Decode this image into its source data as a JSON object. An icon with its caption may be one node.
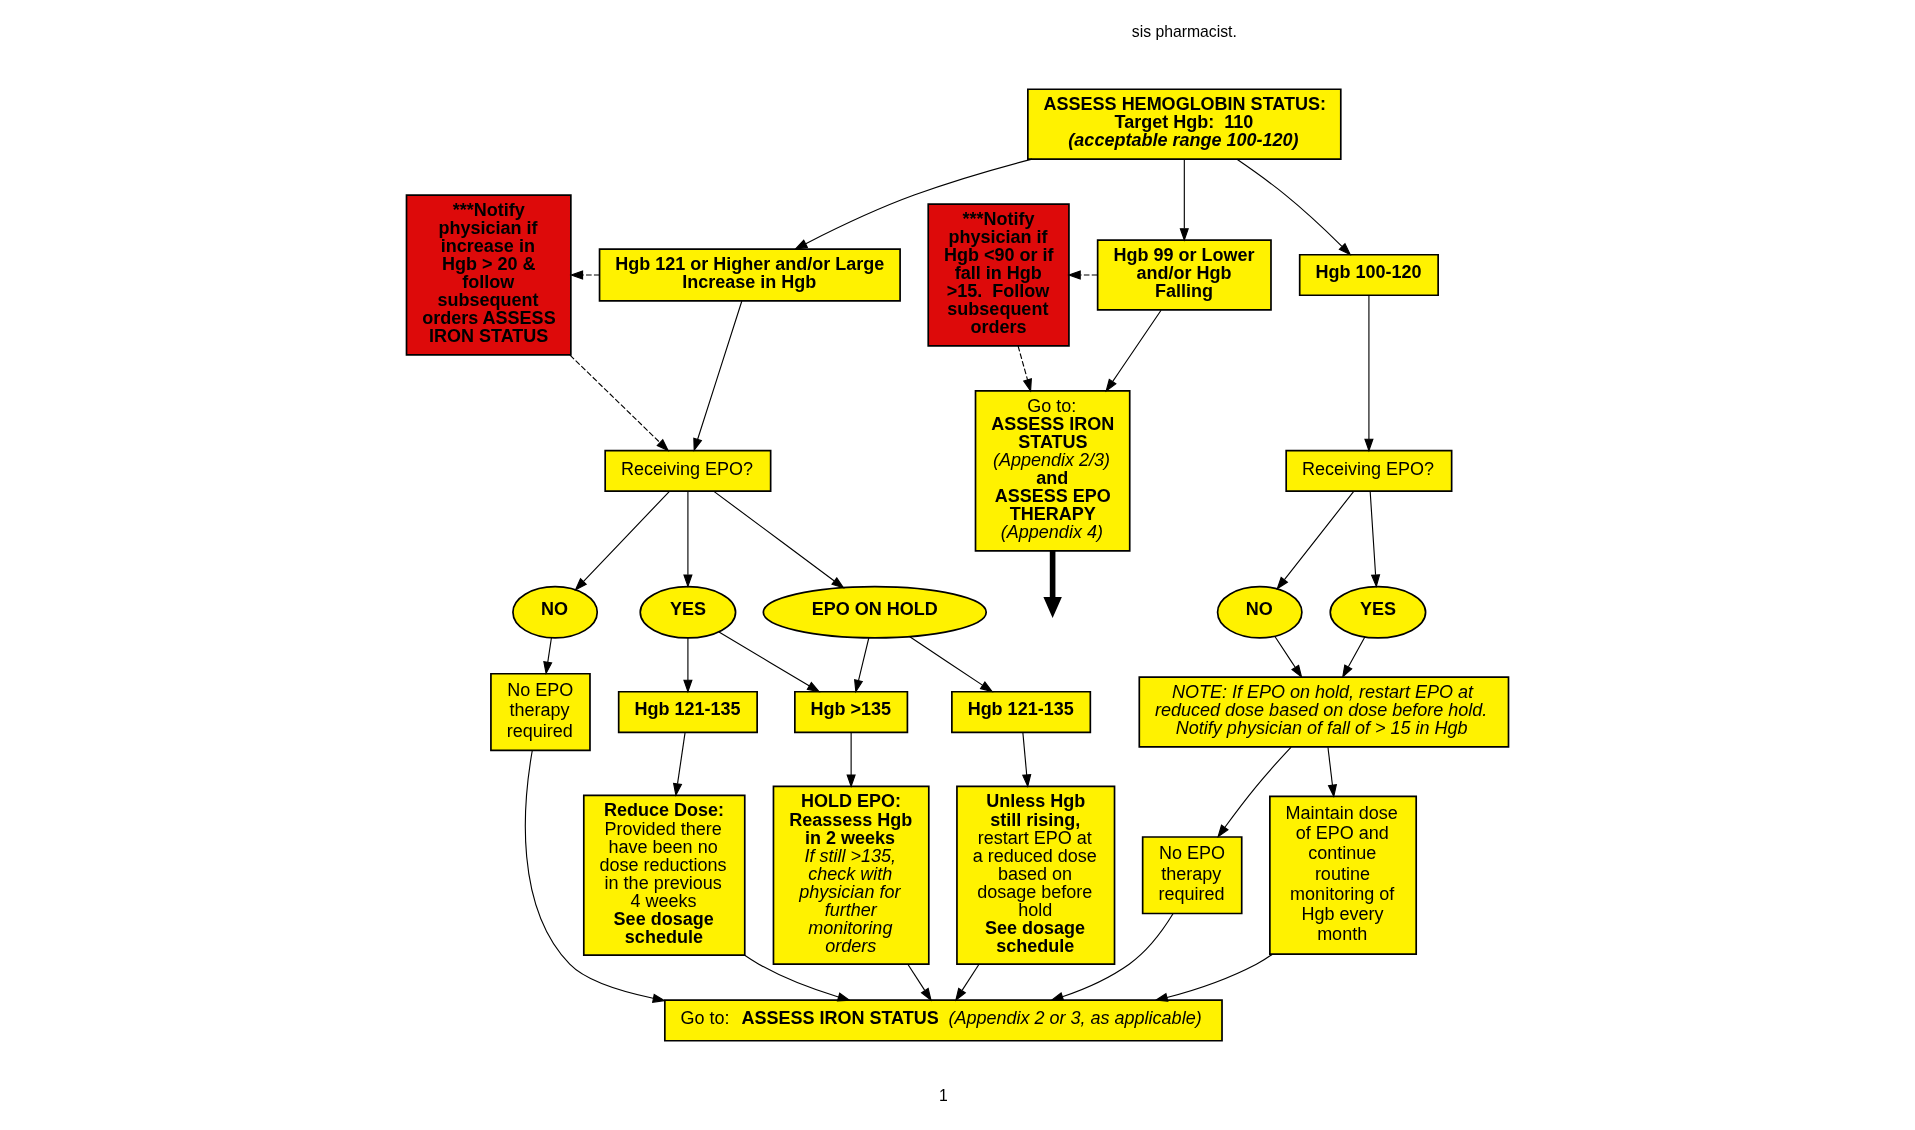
{
  "diagram": {
    "nodes": [
      {
        "text": [
          "ASSESS HEMOGLOBIN STATUS:",
          "Target Hgb:  110",
          "(acceptable range 100-120)"
        ]
      },
      {
        "text": [
          "***Notify physician if increase in Hgb > 20 & follow subsequent orders ASSESS IRON STATUS"
        ]
      },
      {
        "text": [
          "Hgb 121 or Higher and/or Large Increase in Hgb"
        ]
      },
      {
        "text": [
          "Hgb 100-120"
        ]
      },
      {
        "text": [
          "Hgb 99 or Lower and/or Hgb Falling"
        ]
      },
      {
        "text": [
          "***Notify physician if Hgb <90 or if fall in Hgb >15.  Follow subsequent orders"
        ]
      },
      {
        "text": [
          "Receiving EPO?"
        ]
      },
      {
        "text": [
          "Receiving EPO?"
        ]
      },
      {
        "text": [
          "Go to:",
          "ASSESS IRON STATUS",
          "(Appendix 2/3)",
          "and",
          "ASSESS EPO THERAPY",
          "(Appendix 4)"
        ]
      },
      {
        "text": [
          "NO"
        ]
      },
      {
        "text": [
          "YES"
        ]
      },
      {
        "text": [
          "EPO ON HOLD"
        ]
      },
      {
        "text": [
          "NO"
        ]
      },
      {
        "text": [
          "YES"
        ]
      },
      {
        "text": [
          "No EPO therapy required"
        ]
      },
      {
        "text": [
          "Hgb 121-135"
        ]
      },
      {
        "text": [
          "Hgb >135"
        ]
      },
      {
        "text": [
          "Hgb 121-135"
        ]
      },
      {
        "text": [
          "NOTE: If EPO on hold, restart EPO at reduced dose based on dose before hold. Notify physician of fall of > 15 in Hgb"
        ]
      },
      {
        "text": [
          "Reduce Dose:",
          "Provided there have been no dose reductions in the previous 4 weeks",
          "See dosage schedule"
        ]
      },
      {
        "text": [
          "HOLD EPO: Reassess Hgb in 2 weeks",
          "If still >135, check with physician for further monitoring orders"
        ]
      },
      {
        "text": [
          "Unless Hgb still rising,",
          "restart EPO at a reduced dose based on dosage before hold",
          "See dosage schedule"
        ]
      },
      {
        "text": [
          "No EPO therapy required"
        ]
      },
      {
        "text": [
          "Maintain dose of EPO and continue routine monitoring of Hgb every month"
        ]
      },
      {
        "text": [
          "Go to:",
          "ASSESS IRON STATUS",
          "(Appendix 2 or 3, as applicable)"
        ]
      }
    ],
    "edges": [
      {
        "from": 0,
        "to": 2,
        "arrow": "to"
      },
      {
        "from": 0,
        "to": 3,
        "arrow": "to"
      },
      {
        "from": 0,
        "to": 4,
        "arrow": "to"
      },
      {
        "from": 2,
        "to": 1,
        "arrow": "to",
        "style": "dashed"
      },
      {
        "from": 1,
        "to": 6,
        "arrow": "to",
        "style": "dashed"
      },
      {
        "from": 2,
        "to": 6,
        "arrow": "to"
      },
      {
        "from": 3,
        "to": 7,
        "arrow": "to"
      },
      {
        "from": 4,
        "to": 8,
        "arrow": "to"
      },
      {
        "from": 4,
        "to": 5,
        "arrow": "to",
        "style": "dashed"
      },
      {
        "from": 5,
        "to": 8,
        "arrow": "to",
        "style": "dashed"
      },
      {
        "from": 6,
        "to": 9,
        "arrow": "to"
      },
      {
        "from": 6,
        "to": 10,
        "arrow": "to"
      },
      {
        "from": 6,
        "to": 11,
        "arrow": "to"
      },
      {
        "from": 7,
        "to": 12,
        "arrow": "to"
      },
      {
        "from": 7,
        "to": 13,
        "arrow": "to"
      },
      {
        "from": 9,
        "to": 14,
        "arrow": "to"
      },
      {
        "from": 10,
        "to": 15,
        "arrow": "to"
      },
      {
        "from": 10,
        "to": 16,
        "arrow": "to"
      },
      {
        "from": 11,
        "to": 16,
        "arrow": "to"
      },
      {
        "from": 11,
        "to": 17,
        "arrow": "to"
      },
      {
        "from": 12,
        "to": 18,
        "arrow": "to"
      },
      {
        "from": 13,
        "to": 18,
        "arrow": "to"
      },
      {
        "from": 15,
        "to": 19,
        "arrow": "to"
      },
      {
        "from": 16,
        "to": 20,
        "arrow": "to"
      },
      {
        "from": 17,
        "to": 21,
        "arrow": "to"
      },
      {
        "from": 18,
        "to": 22,
        "arrow": "to"
      },
      {
        "from": 18,
        "to": 23,
        "arrow": "to"
      },
      {
        "from": 14,
        "to": 24,
        "arrow": "to"
      },
      {
        "from": 19,
        "to": 24,
        "arrow": "to"
      },
      {
        "from": 20,
        "to": 24,
        "arrow": "to"
      },
      {
        "from": 21,
        "to": 24,
        "arrow": "to"
      },
      {
        "from": 22,
        "to": 24,
        "arrow": "to"
      },
      {
        "from": 23,
        "to": 24,
        "arrow": "to"
      },
      {
        "from": 8,
        "to": null,
        "arrow": "to",
        "style": "thick"
      }
    ],
    "labels": [
      "sis pharmacist.",
      "1"
    ]
  }
}
